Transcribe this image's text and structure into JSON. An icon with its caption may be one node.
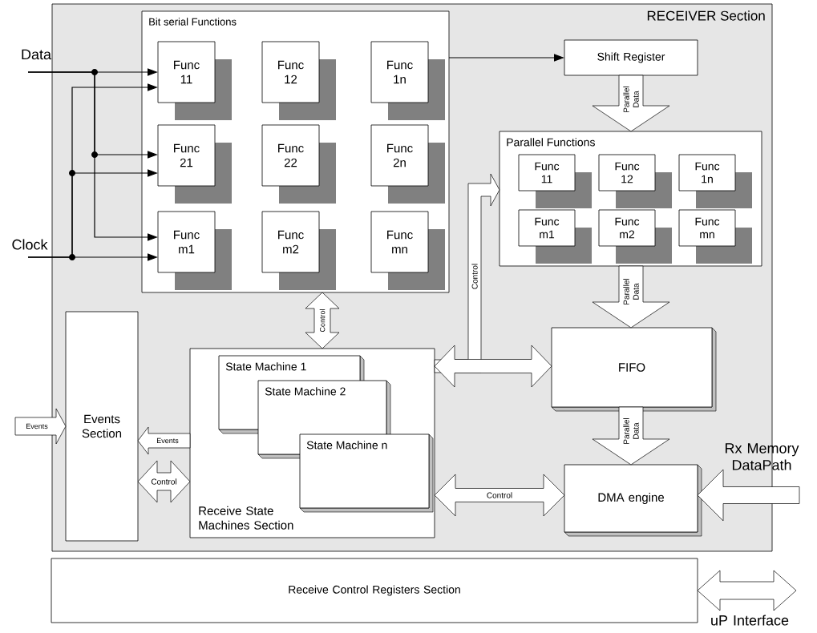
{
  "diagram": {
    "nodes": [
      {
        "text": [
          "RECEIVER Section"
        ]
      },
      {
        "text": [
          "Bit serial Functions"
        ],
        "in": 0
      },
      {
        "text": [
          "Func 11"
        ],
        "in": 1
      },
      {
        "text": [
          "Func 12"
        ],
        "in": 1
      },
      {
        "text": [
          "Func 1n"
        ],
        "in": 1
      },
      {
        "text": [
          "Func 21"
        ],
        "in": 1
      },
      {
        "text": [
          "Func 22"
        ],
        "in": 1
      },
      {
        "text": [
          "Func 2n"
        ],
        "in": 1
      },
      {
        "text": [
          "Func m1"
        ],
        "in": 1
      },
      {
        "text": [
          "Func m2"
        ],
        "in": 1
      },
      {
        "text": [
          "Func mn"
        ],
        "in": 1
      },
      {
        "text": [
          "Shift Register"
        ],
        "in": 0
      },
      {
        "text": [
          "Parallel Functions"
        ],
        "in": 0
      },
      {
        "text": [
          "Func 11"
        ],
        "in": 12
      },
      {
        "text": [
          "Func 12"
        ],
        "in": 12
      },
      {
        "text": [
          "Func 1n"
        ],
        "in": 12
      },
      {
        "text": [
          "Func m1"
        ],
        "in": 12
      },
      {
        "text": [
          "Func m2"
        ],
        "in": 12
      },
      {
        "text": [
          "Func mn"
        ],
        "in": 12
      },
      {
        "text": [
          "FIFO"
        ],
        "in": 0
      },
      {
        "text": [
          "DMA engine"
        ],
        "in": 0
      },
      {
        "text": [
          "Events Section"
        ],
        "in": 0
      },
      {
        "text": [
          "Receive State Machines Section"
        ],
        "in": 0
      },
      {
        "text": [
          "State Machine 1"
        ],
        "in": 22
      },
      {
        "text": [
          "State Machine 2"
        ],
        "in": 22
      },
      {
        "text": [
          "State Machine n"
        ],
        "in": 22
      },
      {
        "text": [
          "Receive Control Registers Section"
        ]
      },
      {
        "text": [
          "Data"
        ]
      },
      {
        "text": [
          "Clock"
        ]
      }
    ],
    "edges": [
      {
        "from": 27,
        "to": 2,
        "arrow": "to"
      },
      {
        "from": 27,
        "to": 5,
        "arrow": "to"
      },
      {
        "from": 27,
        "to": 8,
        "arrow": "to"
      },
      {
        "from": 28,
        "to": 2,
        "arrow": "to"
      },
      {
        "from": 28,
        "to": 5,
        "arrow": "to"
      },
      {
        "from": 28,
        "to": 8,
        "arrow": "to"
      },
      {
        "from": 1,
        "to": 11,
        "arrow": "to"
      },
      {
        "from": 11,
        "to": 12,
        "arrow": "to",
        "label": "Parallel Data"
      },
      {
        "from": 12,
        "to": 19,
        "arrow": "to",
        "label": "Parallel Data"
      },
      {
        "from": 19,
        "to": 20,
        "arrow": "to",
        "label": "Parallel Data"
      },
      {
        "from": 1,
        "to": 22,
        "arrow": "both",
        "label": "Control"
      },
      {
        "from": 22,
        "to": 19,
        "arrow": "both"
      },
      {
        "from": 22,
        "to": 12,
        "arrow": "to",
        "label": "Control"
      },
      {
        "from": 22,
        "to": 21,
        "arrow": "to",
        "label": "Events"
      },
      {
        "from": 21,
        "to": 22,
        "arrow": "both",
        "label": "Control"
      },
      {
        "from": 22,
        "to": 20,
        "arrow": "both",
        "label": "Control"
      },
      {
        "from": null,
        "to": 21,
        "arrow": "to",
        "label": "Events"
      },
      {
        "from": null,
        "to": 20,
        "arrow": "to",
        "label": "Rx Memory DataPath"
      },
      {
        "from": 26,
        "to": null,
        "arrow": "both",
        "label": "uP Interface"
      }
    ]
  }
}
